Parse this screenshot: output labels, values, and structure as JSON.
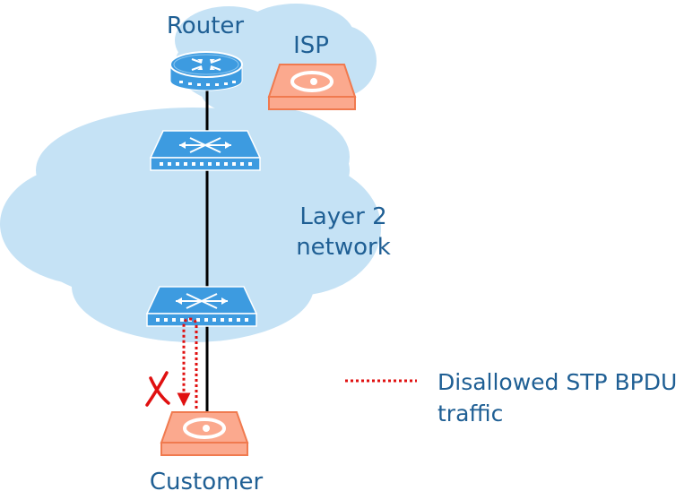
{
  "labels": {
    "router": "Router",
    "isp": "ISP",
    "layer2_line1": "Layer 2",
    "layer2_line2": "network",
    "customer": "Customer",
    "legend_line1": "Disallowed STP BPDU",
    "legend_line2": "traffic"
  },
  "colors": {
    "cloud": "#c5e2f5",
    "device_blue": "#3d9be0",
    "device_orange": "#fba98e",
    "device_orange_edge": "#f07a4f",
    "link": "#000000",
    "disallowed": "#e01010",
    "label_text": "#1f5f94"
  },
  "icons": {
    "router": "router-icon",
    "switch": "switch-icon",
    "isp_device": "firewall-icon",
    "customer_device": "firewall-icon",
    "blocked": "x-mark-icon"
  }
}
